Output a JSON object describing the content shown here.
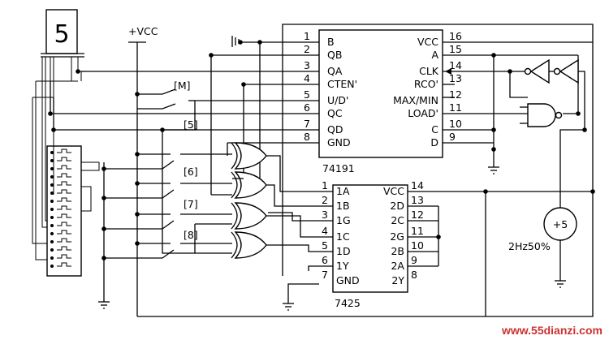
{
  "display_digit": "5",
  "supply_label": "+VCC",
  "chip1": {
    "name": "74191",
    "left_pins": [
      {
        "num": "1",
        "label": "B"
      },
      {
        "num": "2",
        "label": "QB"
      },
      {
        "num": "3",
        "label": "QA"
      },
      {
        "num": "4",
        "label": "CTEN'"
      },
      {
        "num": "5",
        "label": "U/D'"
      },
      {
        "num": "6",
        "label": "QC"
      },
      {
        "num": "7",
        "label": "QD"
      },
      {
        "num": "8",
        "label": "GND"
      }
    ],
    "right_pins": [
      {
        "num": "16",
        "label": "VCC"
      },
      {
        "num": "15",
        "label": "A"
      },
      {
        "num": "14",
        "label": "CLK"
      },
      {
        "num": "13",
        "label": "RCO'"
      },
      {
        "num": "12",
        "label": "MAX/MIN"
      },
      {
        "num": "11",
        "label": "LOAD'"
      },
      {
        "num": "10",
        "label": "C"
      },
      {
        "num": "9",
        "label": "D"
      }
    ]
  },
  "chip2": {
    "name": "7425",
    "left_pins": [
      {
        "num": "1",
        "label": "1A"
      },
      {
        "num": "2",
        "label": "1B"
      },
      {
        "num": "3",
        "label": "1G"
      },
      {
        "num": "4",
        "label": "1C"
      },
      {
        "num": "5",
        "label": "1D"
      },
      {
        "num": "6",
        "label": "1Y"
      },
      {
        "num": "7",
        "label": "GND"
      }
    ],
    "right_pins": [
      {
        "num": "14",
        "label": "VCC"
      },
      {
        "num": "13",
        "label": "2D"
      },
      {
        "num": "12",
        "label": "2C"
      },
      {
        "num": "11",
        "label": "2G"
      },
      {
        "num": "10",
        "label": "2B"
      },
      {
        "num": "9",
        "label": "2A"
      },
      {
        "num": "8",
        "label": "2Y"
      }
    ]
  },
  "switch_labels": [
    "[M]",
    "[5]",
    "[6]",
    "[7]",
    "[8]"
  ],
  "source_label": "+5",
  "clock_label": "2Hz50%",
  "watermark": "www.55dianzi.com"
}
